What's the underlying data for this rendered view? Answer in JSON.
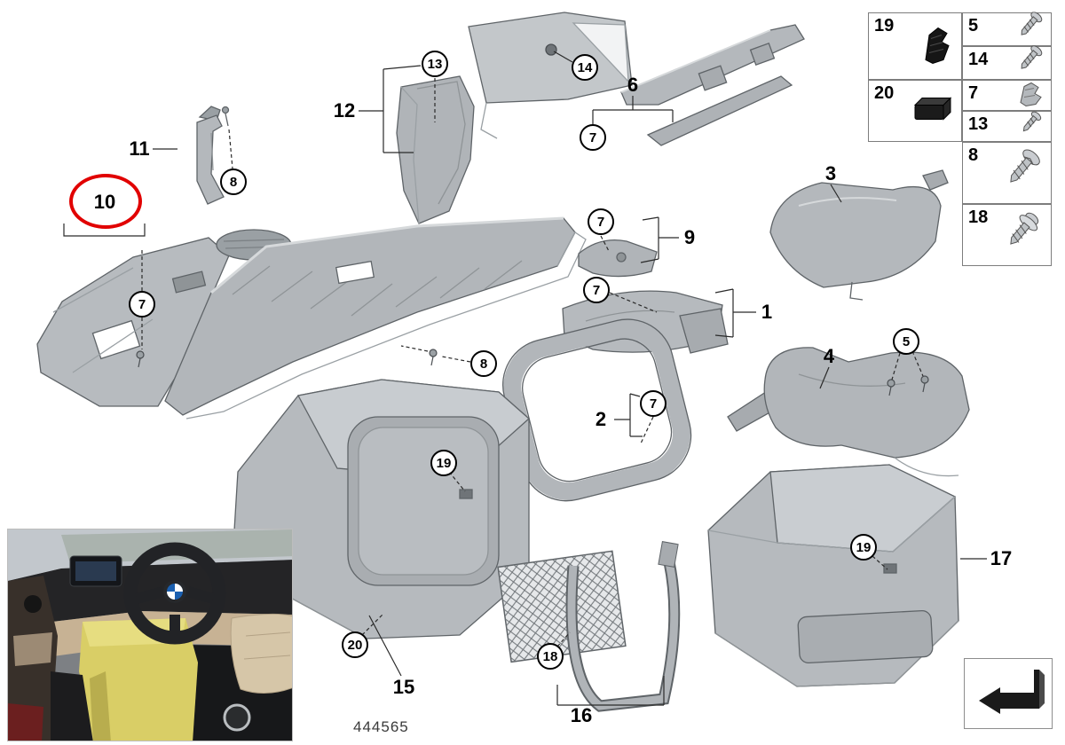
{
  "callouts": {
    "plain": {
      "p1": "1",
      "p2": "2",
      "p3": "3",
      "p4": "4",
      "p6": "6",
      "p9": "9",
      "p10": "10",
      "p11": "11",
      "p12": "12",
      "p15": "15",
      "p16": "16",
      "p17": "17"
    },
    "balloons": {
      "b5": "5",
      "b7_rail": "7",
      "b7_9": "7",
      "b7_1": "7",
      "b7_10": "7",
      "b7_2": "7",
      "b8_11": "8",
      "b8_main": "8",
      "b13": "13",
      "b14": "14",
      "b18": "18",
      "b19_15": "19",
      "b19_17": "19",
      "b20": "20"
    }
  },
  "legend": {
    "cells": {
      "c19": {
        "num": "19",
        "icon": "spring-clip-icon"
      },
      "c5": {
        "num": "5",
        "icon": "screw-icon"
      },
      "c14": {
        "num": "14",
        "icon": "screw-icon"
      },
      "c20": {
        "num": "20",
        "icon": "foam-pad-icon"
      },
      "c7": {
        "num": "7",
        "icon": "metal-clip-icon"
      },
      "c13": {
        "num": "13",
        "icon": "screw-icon"
      },
      "c8": {
        "num": "8",
        "icon": "pan-head-screw-icon"
      },
      "c18": {
        "num": "18",
        "icon": "washer-screw-icon"
      }
    }
  },
  "footer": {
    "doc_number": "444565"
  },
  "colors": {
    "highlight": "#e10000",
    "part_fill": "#b6babe",
    "part_outline": "#5f6468"
  }
}
